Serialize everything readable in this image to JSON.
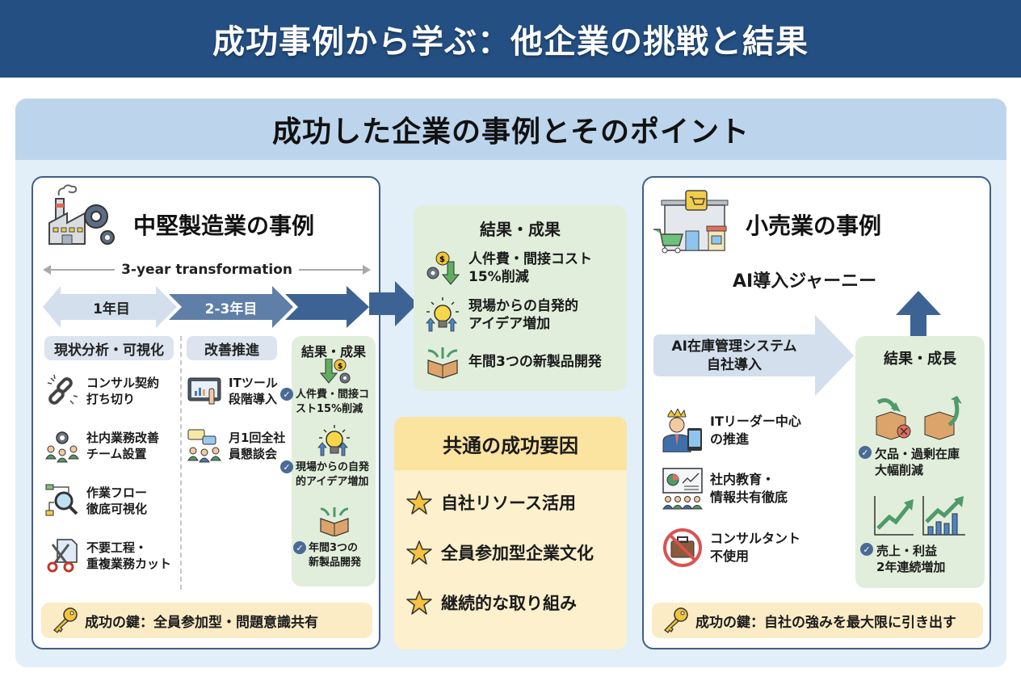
{
  "header": {
    "title": "成功事例から学ぶ：他企業の挑戦と結果"
  },
  "section": {
    "title": "成功した企業の事例とそのポイント"
  },
  "manufacturing": {
    "title": "中堅製造業の事例",
    "icon": "factory-gear-icon",
    "timeline_label": "3-year transformation",
    "phases": [
      {
        "label": "1年目",
        "color": "#d3dfec"
      },
      {
        "label": "2-3年目",
        "color": "#5f7fa8"
      },
      {
        "label": "",
        "color": "#3d6394"
      }
    ],
    "columns": [
      {
        "title": "現状分析・可視化",
        "items": [
          {
            "icon": "broken-chain-icon",
            "text": "コンサル契約\n打ち切り"
          },
          {
            "icon": "team-gear-icon",
            "text": "社内業務改善\nチーム設置"
          },
          {
            "icon": "flow-magnifier-icon",
            "text": "作業フロー\n徹底可視化"
          },
          {
            "icon": "scissors-document-icon",
            "text": "不要工程・\n重複業務カット"
          }
        ]
      },
      {
        "title": "改善推進",
        "items": [
          {
            "icon": "tablet-chart-icon",
            "text": "ITツール\n段階導入"
          },
          {
            "icon": "meeting-chat-icon",
            "text": "月1回全社\n員懇談会"
          }
        ]
      },
      {
        "title": "結果・成果",
        "items": [
          {
            "icon": "cost-down-icon",
            "text": "人件費・間接コ\nスト15%削減"
          },
          {
            "icon": "lightbulb-icon",
            "text": "現場からの自発\n的アイデア増加"
          },
          {
            "icon": "open-box-icon",
            "text": "年間3つの\n新製品開発"
          }
        ]
      }
    ],
    "key": {
      "icon": "key-icon",
      "text": "成功の鍵：全員参加型・問題意識共有"
    }
  },
  "center_results": {
    "title": "結果・成果",
    "items": [
      {
        "icon": "cost-down-icon",
        "text": "人件費・間接コスト\n15%削減"
      },
      {
        "icon": "lightbulb-icon",
        "text": "現場からの自発的\nアイデア増加"
      },
      {
        "icon": "open-box-icon",
        "text": "年間3つの新製品開発"
      }
    ]
  },
  "common_factors": {
    "title": "共通の成功要因",
    "items": [
      {
        "icon": "star-icon",
        "text": "自社リソース活用"
      },
      {
        "icon": "star-icon",
        "text": "全員参加型企業文化"
      },
      {
        "icon": "star-icon",
        "text": "継続的な取り組み"
      }
    ]
  },
  "retail": {
    "title": "小売業の事例",
    "icon": "store-cart-icon",
    "journey_title": "AI導入ジャーニー",
    "step_label": "AI在庫管理システム\n自社導入",
    "items": [
      {
        "icon": "it-leader-icon",
        "text": "ITリーダー中心\nの推進"
      },
      {
        "icon": "training-presentation-icon",
        "text": "社内教育・\n情報共有徹底"
      },
      {
        "icon": "no-consultant-icon",
        "text": "コンサルタント\n不使用"
      }
    ],
    "results": {
      "title": "結果・成長",
      "items": [
        {
          "icon": "inventory-boxes-icon",
          "text": "欠品・過剰在庫\n大幅削減"
        },
        {
          "icon": "growth-chart-icon",
          "text": "売上・利益\n2年連続増加"
        }
      ]
    },
    "key": {
      "icon": "key-icon",
      "text": "成功の鍵：自社の強みを最大限に引き出す"
    }
  },
  "colors": {
    "header_bg": "#244f83",
    "accent_blue": "#3d6394",
    "result_green": "#e1eedb",
    "key_yellow": "#fcecc6",
    "star": "#f5c242"
  }
}
